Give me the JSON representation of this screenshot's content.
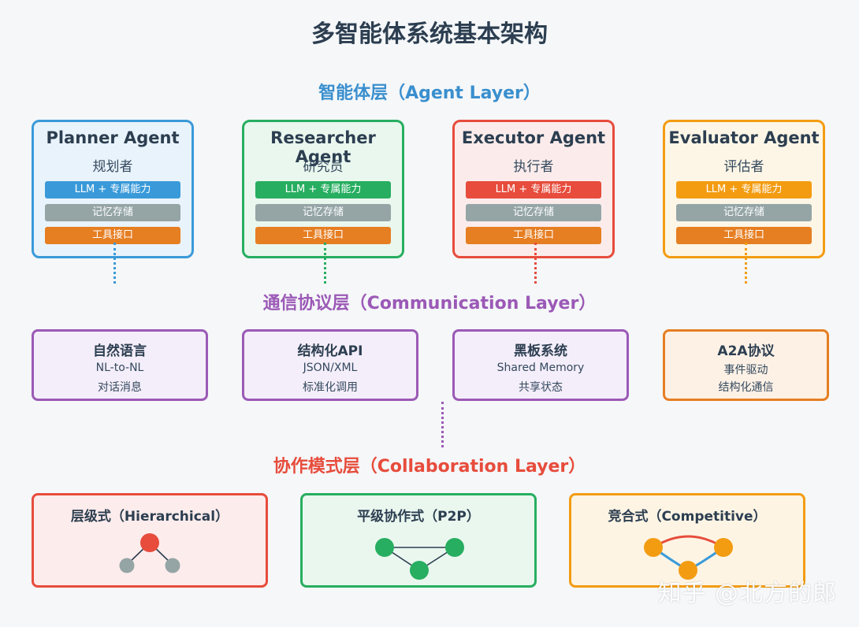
{
  "title": "多智能体系统基本架构",
  "agent_layer": {
    "title": "智能体层（Agent Layer）",
    "color": "#3a8fce",
    "agents": [
      {
        "name": "Planner Agent",
        "role": "规划者",
        "bars": [
          "LLM + 专属能力",
          "记忆存储",
          "工具接口"
        ],
        "color": "#3a9ad9",
        "bg": "#e9f3fb"
      },
      {
        "name": "Researcher Agent",
        "role": "研究员",
        "bars": [
          "LLM + 专属能力",
          "记忆存储",
          "工具接口"
        ],
        "color": "#27ae60",
        "bg": "#e9f7ee"
      },
      {
        "name": "Executor Agent",
        "role": "执行者",
        "bars": [
          "LLM + 专属能力",
          "记忆存储",
          "工具接口"
        ],
        "color": "#e74c3c",
        "bg": "#fbeceb"
      },
      {
        "name": "Evaluator Agent",
        "role": "评估者",
        "bars": [
          "LLM + 专属能力",
          "记忆存储",
          "工具接口"
        ],
        "color": "#f39c12",
        "bg": "#fdf6e6"
      }
    ]
  },
  "comm_layer": {
    "title": "通信协议层（Communication Layer）",
    "color": "#9b59b6",
    "items": [
      {
        "title": "自然语言",
        "lines": [
          "NL-to-NL",
          "对话消息"
        ],
        "color": "#9b59b6",
        "bg": "#f4eefa"
      },
      {
        "title": "结构化API",
        "lines": [
          "JSON/XML",
          "标准化调用"
        ],
        "color": "#9b59b6",
        "bg": "#f4eefa"
      },
      {
        "title": "黑板系统",
        "lines": [
          "Shared Memory",
          "共享状态"
        ],
        "color": "#9b59b6",
        "bg": "#f4eefa"
      },
      {
        "title": "A2A协议",
        "lines": [
          "事件驱动",
          "结构化通信"
        ],
        "color": "#e67e22",
        "bg": "#fdf1e6"
      }
    ]
  },
  "collab_layer": {
    "title": "协作模式层（Collaboration Layer）",
    "color": "#e74c3c",
    "patterns": [
      {
        "title": "层级式（Hierarchical）",
        "color": "#e74c3c",
        "bg": "#fdecec"
      },
      {
        "title": "平级协作式（P2P）",
        "color": "#27ae60",
        "bg": "#eaf7ef"
      },
      {
        "title": "竞合式（Competitive）",
        "color": "#f39c12",
        "bg": "#fdf4e4"
      }
    ]
  },
  "colors": {
    "memory_bar": "#95a5a6",
    "tool_bar": "#e67e22",
    "node_gray": "#95a5a6",
    "node_green": "#27ae60",
    "node_orange": "#f39c12",
    "node_red": "#e74c3c",
    "edge_blue": "#3a9ad9"
  },
  "watermark": "知乎 @北方的郎"
}
